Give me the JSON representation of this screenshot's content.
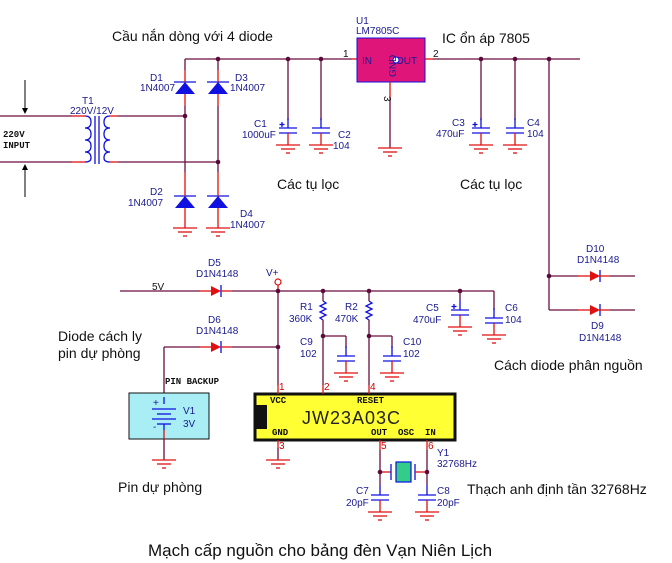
{
  "notes": {
    "bridge": "Cầu nắn dòng với 4 diode",
    "regulator": "IC ổn áp 7805",
    "filter1": "Các tụ lọc",
    "filter2": "Các tụ lọc",
    "isolation_line1": "Diode cách ly",
    "isolation_line2": "pin dự phòng",
    "split": "Cách diode phân nguồn",
    "backup_battery": "Pin dự phòng",
    "crystal": "Thạch anh định tần 32768Hz"
  },
  "title": "Mạch cấp nguồn cho bảng đèn Vạn Niên Lịch",
  "input": {
    "line1": "220V",
    "line2": "INPUT"
  },
  "transformer": {
    "ref": "T1",
    "value": "220V/12V"
  },
  "diodes": {
    "D1": {
      "ref": "D1",
      "value": "1N4007"
    },
    "D2": {
      "ref": "D2",
      "value": "1N4007"
    },
    "D3": {
      "ref": "D3",
      "value": "1N4007"
    },
    "D4": {
      "ref": "D4",
      "value": "1N4007"
    },
    "D5": {
      "ref": "D5",
      "value": "D1N4148"
    },
    "D6": {
      "ref": "D6",
      "value": "D1N4148"
    },
    "D9": {
      "ref": "D9",
      "value": "D1N4148"
    },
    "D10": {
      "ref": "D10",
      "value": "D1N4148"
    }
  },
  "caps": {
    "C1": {
      "ref": "C1",
      "value": "1000uF"
    },
    "C2": {
      "ref": "C2",
      "value": "104"
    },
    "C3": {
      "ref": "C3",
      "value": "470uF"
    },
    "C4": {
      "ref": "C4",
      "value": "104"
    },
    "C5": {
      "ref": "C5",
      "value": "470uF"
    },
    "C6": {
      "ref": "C6",
      "value": "104"
    },
    "C7": {
      "ref": "C7",
      "value": "20pF"
    },
    "C8": {
      "ref": "C8",
      "value": "20pF"
    },
    "C9": {
      "ref": "C9",
      "value": "102"
    },
    "C10": {
      "ref": "C10",
      "value": "102"
    }
  },
  "resistors": {
    "R1": {
      "ref": "R1",
      "value": "360K"
    },
    "R2": {
      "ref": "R2",
      "value": "470K"
    }
  },
  "regulator": {
    "ref": "U1",
    "value": "LM7805C",
    "pin_in": "IN",
    "pin_out": "OUT",
    "pin_gnd": "GND",
    "pin1": "1",
    "pin2": "2",
    "pin3": "3"
  },
  "battery": {
    "ref": "V1",
    "value": "3V",
    "net": "PIN BACKUP",
    "plus": "+",
    "minus": "-"
  },
  "chip": {
    "name": "JW23A03C",
    "vcc": "VCC",
    "gnd": "GND",
    "reset": "RESET",
    "osc": "OUT  OSC  IN",
    "pin1": "1",
    "pin2": "2",
    "pin3": "3",
    "pin4": "4",
    "pin5": "5",
    "pin6": "6"
  },
  "crystal": {
    "ref": "Y1",
    "value": "32768Hz"
  },
  "nets": {
    "v5": "5V",
    "vplus": "V+"
  },
  "colors": {
    "wire": "#6b0f3f",
    "pin": "#e01010",
    "part": "#1010e0",
    "regulator": "#e0157a",
    "chip": "#ffff33",
    "battery": "#a8eef4",
    "crystal": "#33cc88"
  }
}
